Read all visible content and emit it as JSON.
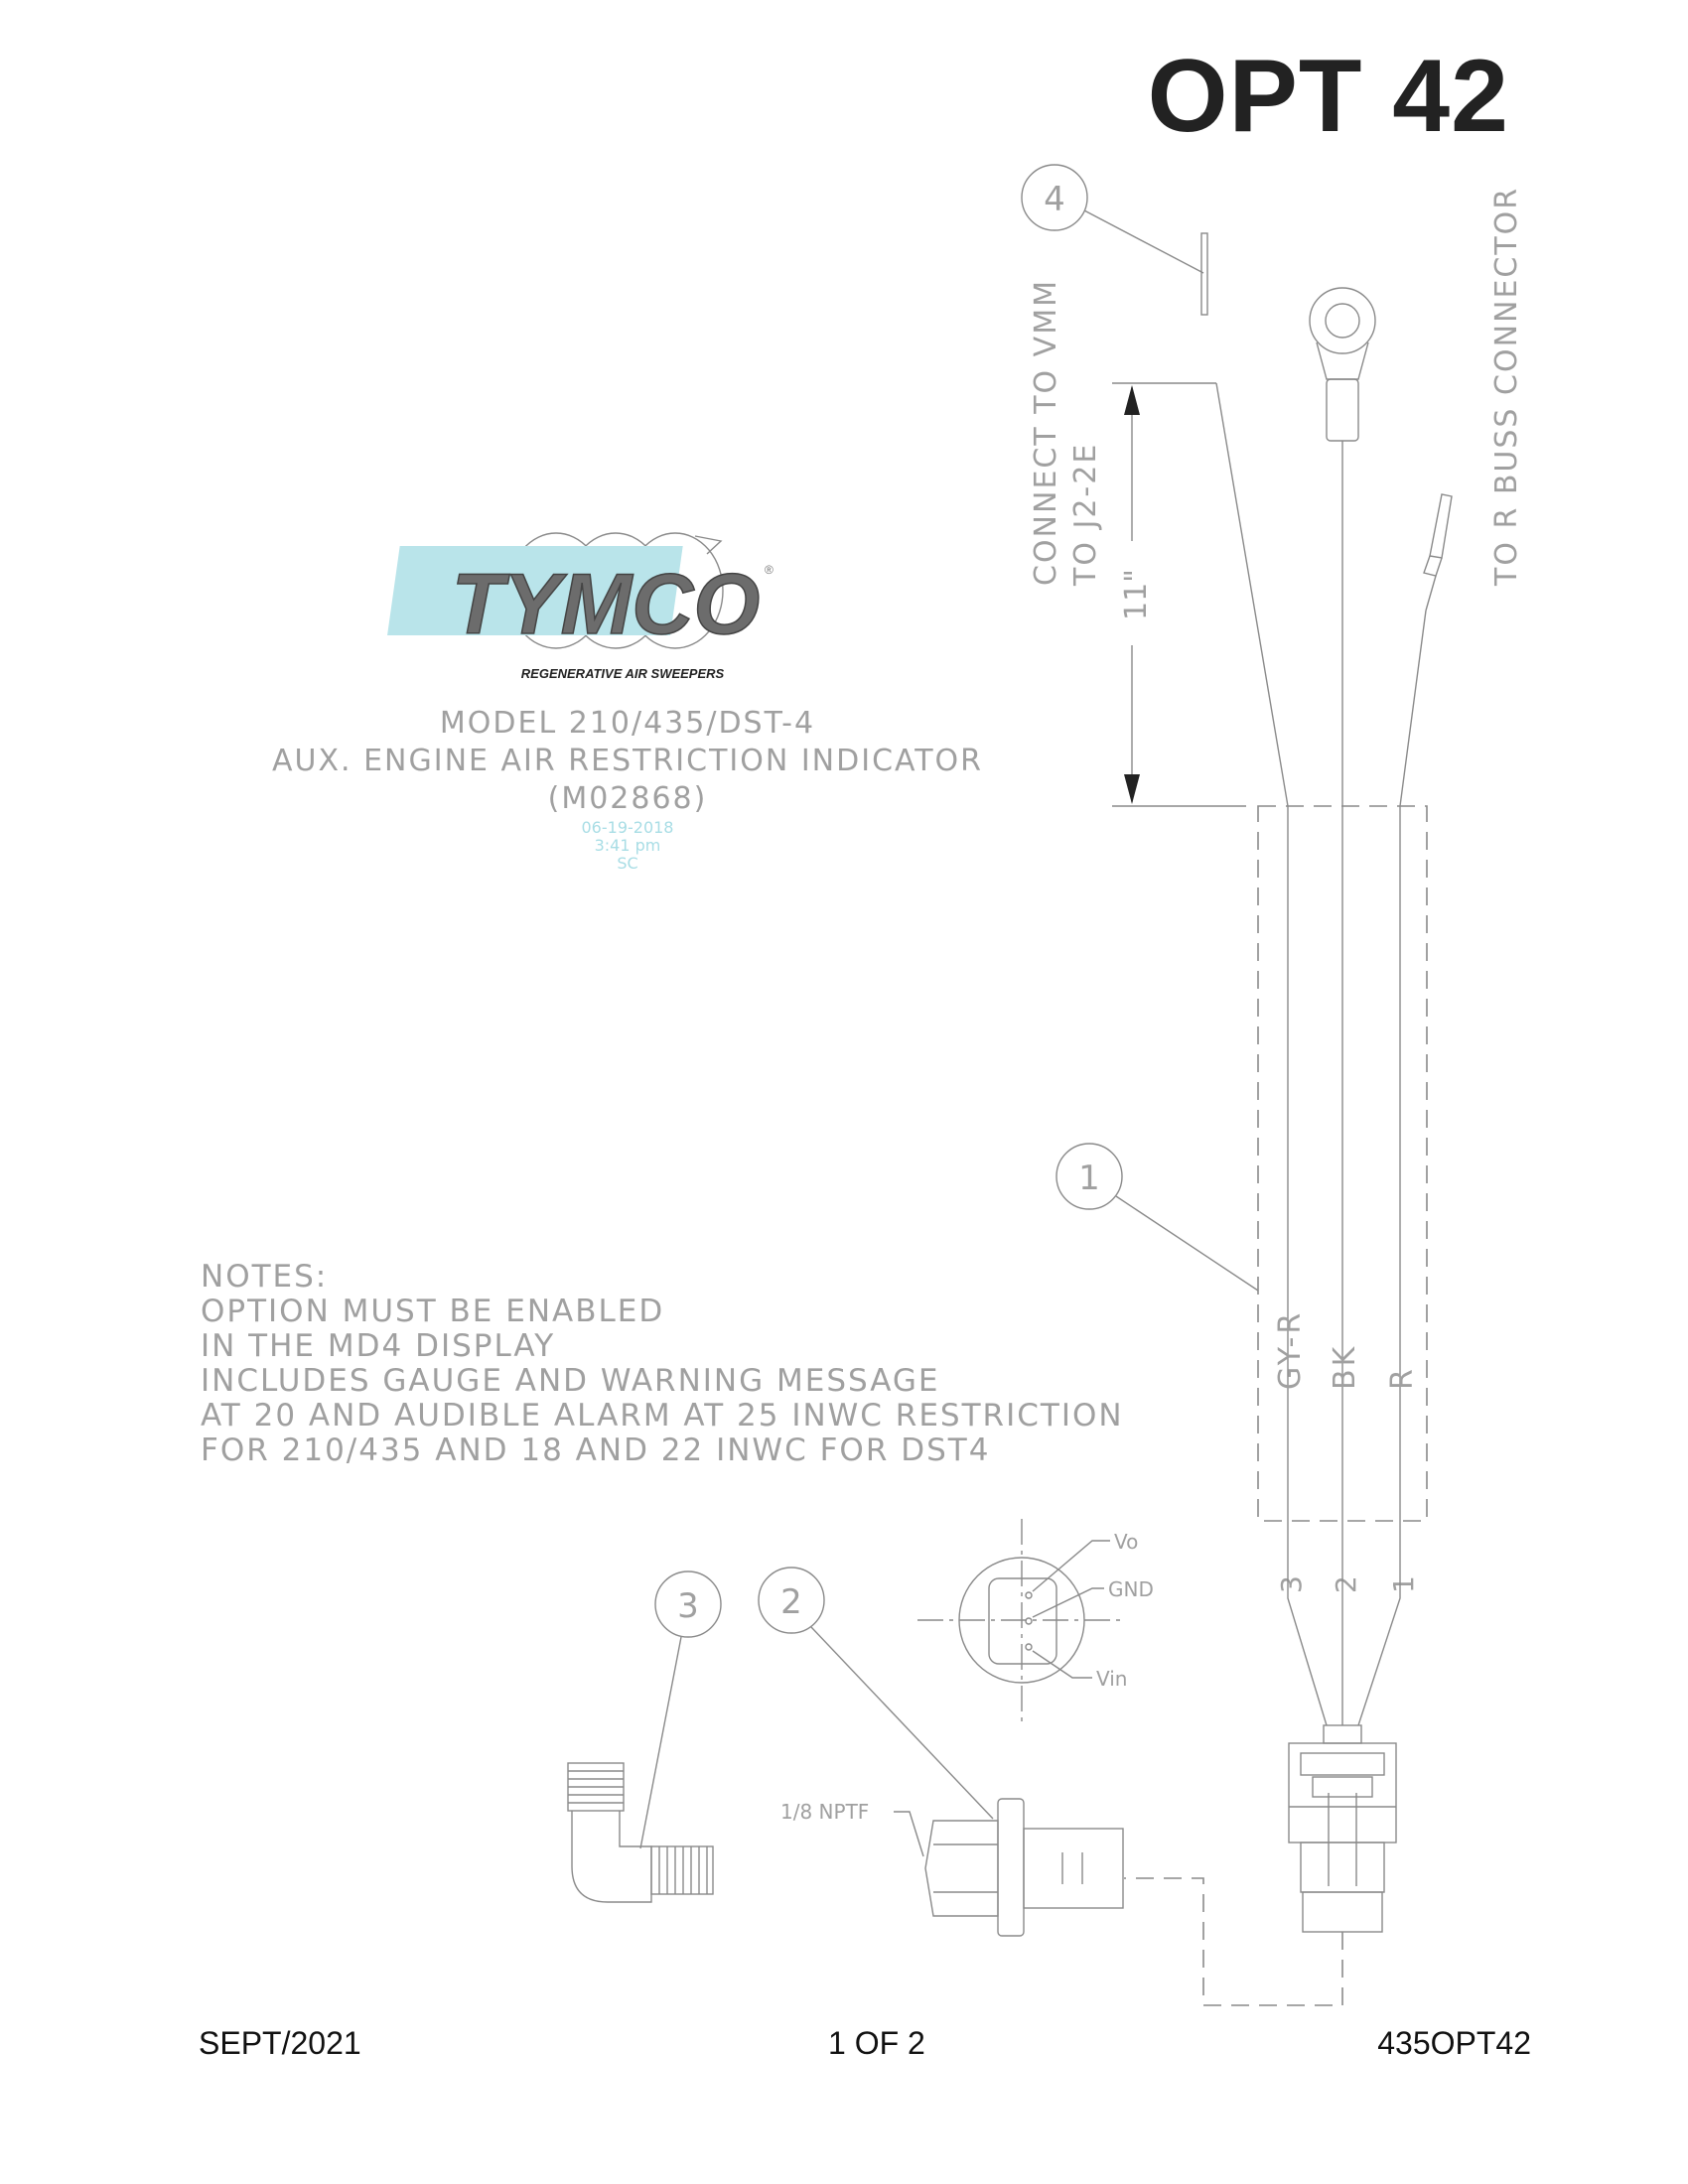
{
  "header": {
    "option_title": "OPT 42"
  },
  "logo": {
    "wordmark": "TYMCO",
    "tagline": "REGENERATIVE AIR SWEEPERS",
    "registered_mark": "®"
  },
  "title_block": {
    "model": "MODEL 210/435/DST-4",
    "description": "AUX. ENGINE AIR RESTRICTION INDICATOR",
    "part_number": "(M02868)",
    "date": "06-19-2018",
    "time": "3:41 pm",
    "initials": "SC"
  },
  "notes": {
    "heading": "NOTES:",
    "lines": [
      "OPTION MUST BE ENABLED",
      "IN THE MD4 DISPLAY",
      "INCLUDES GAUGE AND WARNING MESSAGE",
      "AT 20 AND AUDIBLE ALARM AT 25 INWC RESTRICTION",
      "FOR 210/435 AND 18 AND 22 INWC FOR DST4"
    ]
  },
  "callouts": {
    "c1": "1",
    "c2": "2",
    "c3": "3",
    "c4": "4"
  },
  "labels": {
    "connect_vmm_1": "CONNECT TO VMM",
    "connect_vmm_2": "TO J2-2E",
    "to_r_buss": "TO R BUSS CONNECTOR",
    "dimension": "11\"",
    "wire_gy_r": "GY-R",
    "wire_bk": "BK",
    "wire_r": "R",
    "pin_3": "3",
    "pin_2": "2",
    "pin_1": "1",
    "vo": "Vo",
    "gnd": "GND",
    "vin": "Vin",
    "nptf": "1/8 NPTF"
  },
  "footer": {
    "date": "SEPT/2021",
    "page": "1 OF 2",
    "doc_id": "435OPT42"
  },
  "colors": {
    "logo_cyan": "#b9e4ea",
    "logo_gray": "#707070",
    "line_gray": "#8a8a8a",
    "text_gray": "#a0a0a0",
    "timestamp_cyan": "#a8dde5"
  }
}
